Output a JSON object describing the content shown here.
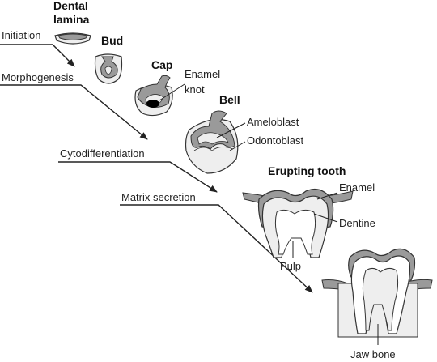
{
  "stages": {
    "dental_lamina_line1": "Dental",
    "dental_lamina_line2": "lamina",
    "bud": "Bud",
    "cap": "Cap",
    "bell": "Bell",
    "erupting_tooth": "Erupting tooth"
  },
  "processes": {
    "initiation": "Initiation",
    "morphogenesis": "Morphogenesis",
    "cytodifferentiation": "Cytodifferentiation",
    "matrix_secretion": "Matrix secretion"
  },
  "parts": {
    "enamel_knot_line1": "Enamel",
    "enamel_knot_line2": "knot",
    "ameloblast": "Ameloblast",
    "odontoblast": "Odontoblast",
    "enamel": "Enamel",
    "dentine": "Dentine",
    "pulp": "Pulp",
    "jaw_bone": "Jaw bone"
  },
  "colors": {
    "tissue_gray": "#9a9a9a",
    "light_fill": "#eeeeee",
    "dark_knot": "#000000"
  }
}
